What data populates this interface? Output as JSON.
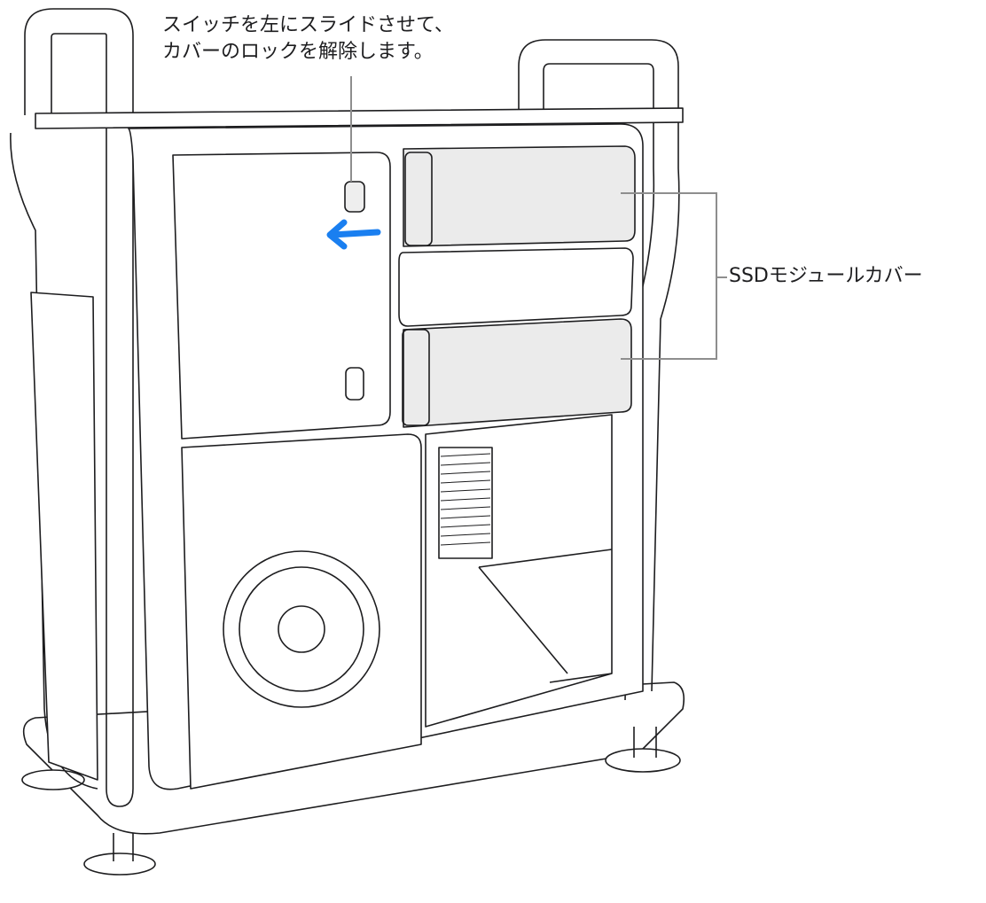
{
  "figure": {
    "subject": "Mac Pro side view with side cover removed",
    "callouts": {
      "switch_unlock": {
        "line1": "スイッチを左にスライドさせて、",
        "line2": "カバーのロックを解除します。"
      },
      "ssd_module_cover": "SSDモジュールカバー"
    },
    "colors": {
      "arrow": "#1a7ff0",
      "ssd_cover_fill": "#ebebeb",
      "outline": "#1d1d1f",
      "leader_line": "#8e8e8e"
    }
  }
}
